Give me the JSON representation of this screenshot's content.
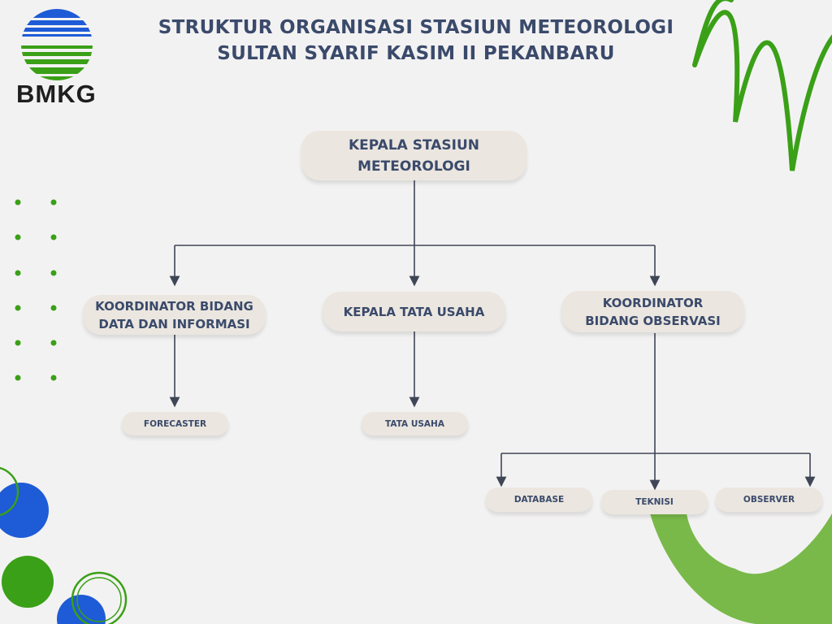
{
  "header": {
    "title_line1": "STRUKTUR ORGANISASI STASIUN METEOROLOGI",
    "title_line2": "SULTAN SYARIF KASIM II PEKANBARU"
  },
  "logo": {
    "text": "BMKG",
    "icon": "bmkg-logo-icon"
  },
  "nodes": {
    "head": "KEPALA STASIUN\nMETEOROLOGI",
    "data_info": "KOORDINATOR BIDANG\nDATA DAN INFORMASI",
    "admin_head": "KEPALA TATA USAHA",
    "observation": "KOORDINATOR\nBIDANG OBSERVASI",
    "forecaster": "FORECASTER",
    "admin": "TATA USAHA",
    "database": "DATABASE",
    "technician": "TEKNISI",
    "observer": "OBSERVER"
  },
  "colors": {
    "title": "#3a4a6b",
    "node_bg": "#ebe6df",
    "line": "#3f4656",
    "green": "#3aa017",
    "light_green": "#79b94a",
    "blue": "#1e5bd6"
  }
}
